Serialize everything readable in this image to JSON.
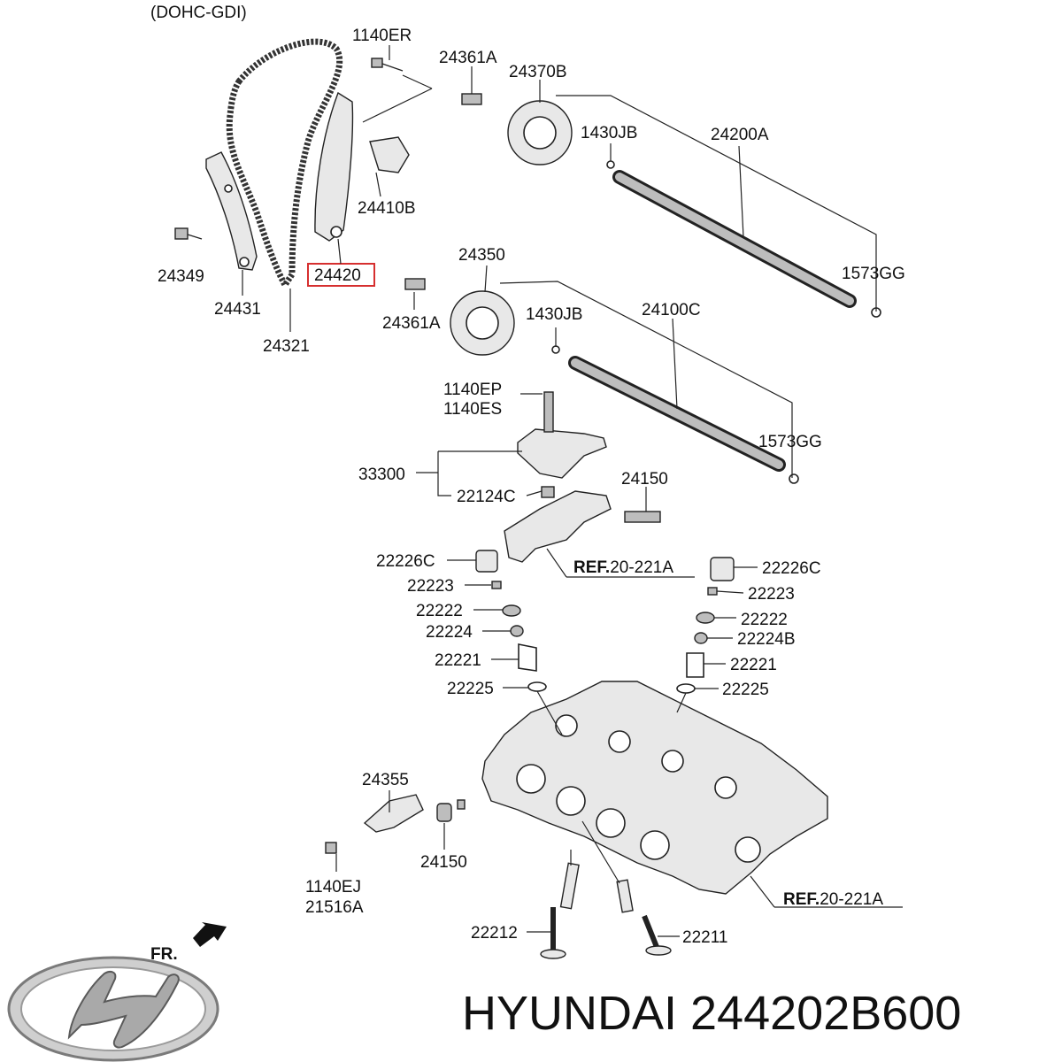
{
  "header": {
    "engine": "(DOHC-GDI)"
  },
  "labels": {
    "l_1140ER": "1140ER",
    "l_24361A_top": "24361A",
    "l_24370B": "24370B",
    "l_1430JB_top": "1430JB",
    "l_24200A": "24200A",
    "l_24410B": "24410B",
    "l_24349": "24349",
    "l_24420": "24420",
    "l_1573GG_top": "1573GG",
    "l_24431": "24431",
    "l_24350": "24350",
    "l_24321": "24321",
    "l_24361A_bot": "24361A",
    "l_1430JB_bot": "1430JB",
    "l_24100C": "24100C",
    "l_1140EP": "1140EP",
    "l_1140ES": "1140ES",
    "l_1573GG_bot": "1573GG",
    "l_33300": "33300",
    "l_24150_top": "24150",
    "l_22124C": "22124C",
    "l_22226C_left": "22226C",
    "l_22226C_right": "22226C",
    "l_22223_left": "22223",
    "l_22223_right": "22223",
    "l_22222_left": "22222",
    "l_22222_right": "22222",
    "l_22224": "22224",
    "l_22224B": "22224B",
    "l_22221_left": "22221",
    "l_22221_right": "22221",
    "l_22225_left": "22225",
    "l_22225_right": "22225",
    "l_24355": "24355",
    "l_24150_bot": "24150",
    "l_1140EJ": "1140EJ",
    "l_21516A": "21516A",
    "l_22212": "22212",
    "l_22211": "22211"
  },
  "refs": {
    "ref_top": {
      "prefix": "REF.",
      "code": "20-221A"
    },
    "ref_bot": {
      "prefix": "REF.",
      "code": "20-221A"
    }
  },
  "front_marker": "FR.",
  "brand": {
    "caption": "HYUNDAI 244202B600",
    "highlight_color": "#d62f2f"
  }
}
